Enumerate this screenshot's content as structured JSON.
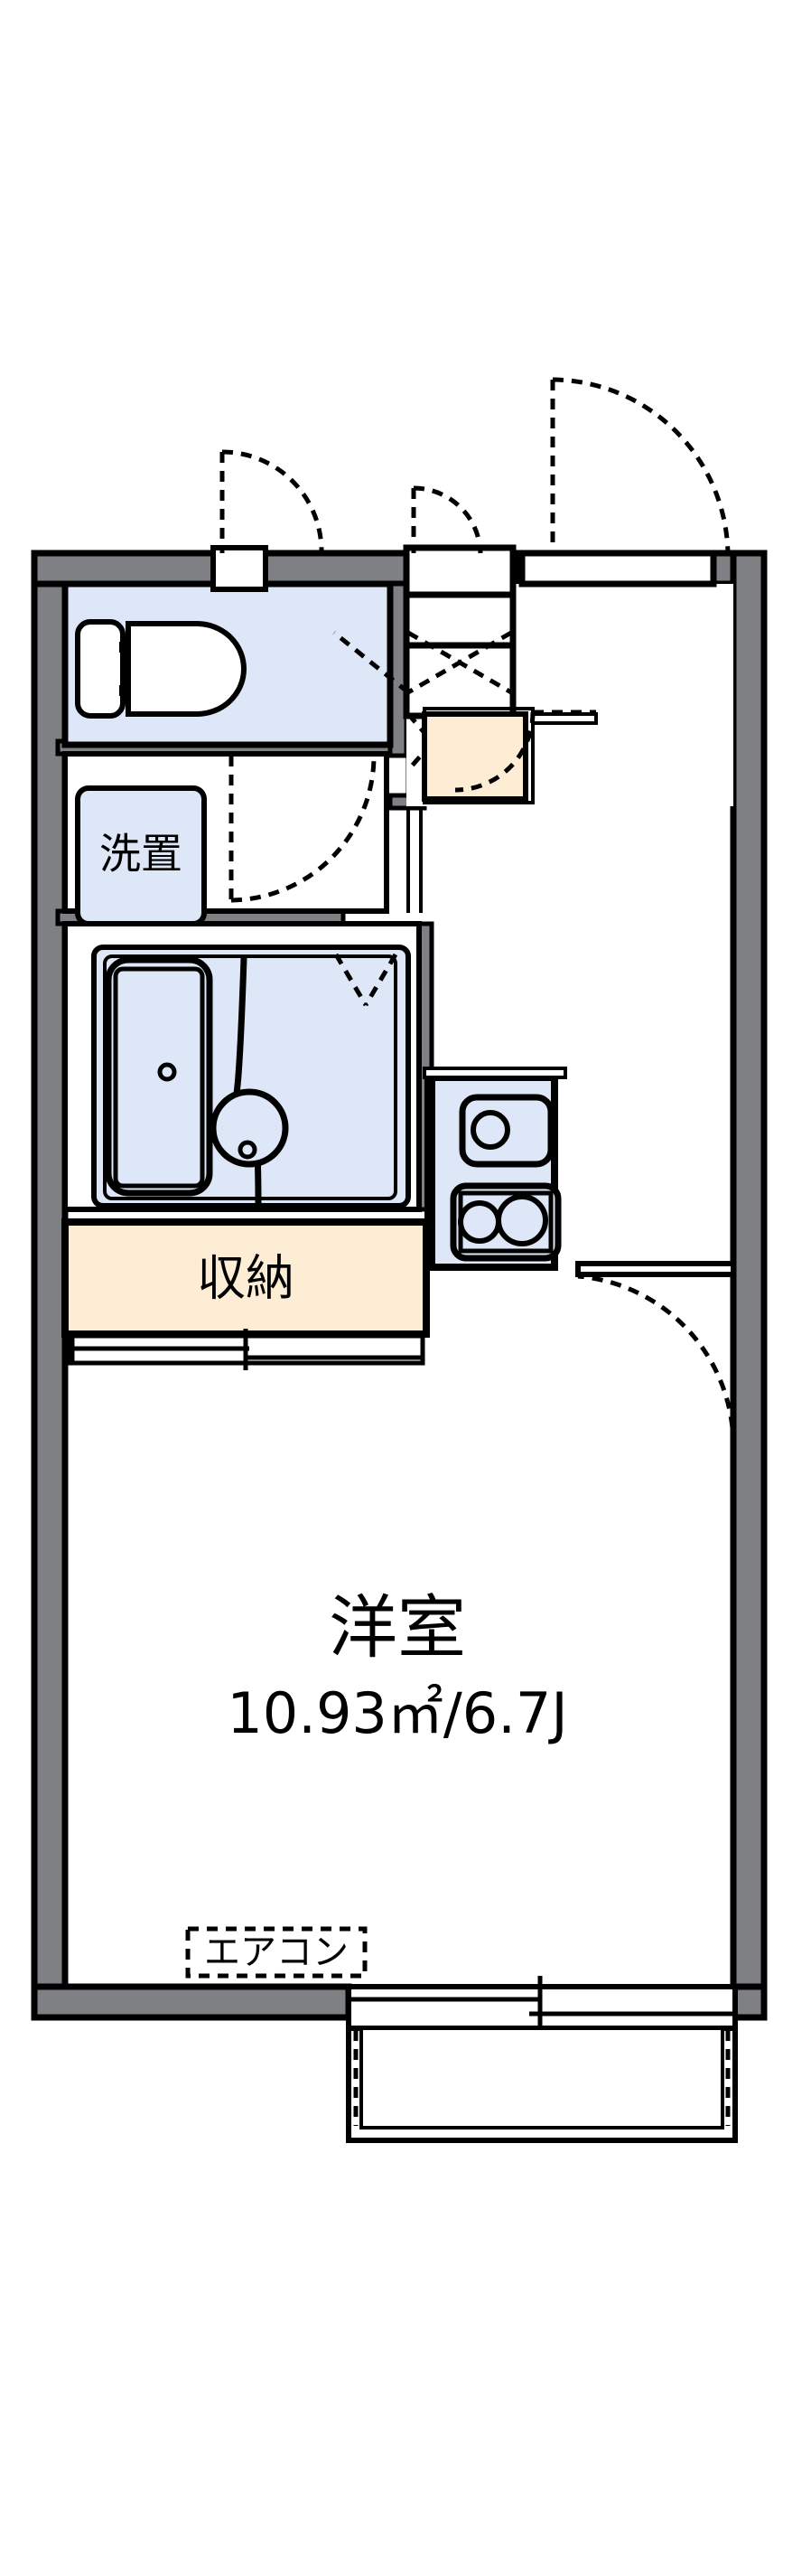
{
  "document": {
    "type": "floor-plan",
    "title": "Apartment Floor Plan (1K)",
    "units": "metric",
    "background_color": "#ffffff"
  },
  "palette": {
    "wall_fill": "#7f8083",
    "wall_stroke": "#000000",
    "fixture_fill": "#dde7f7",
    "storage_fill": "#fdedd5",
    "line": "#000000",
    "white": "#ffffff"
  },
  "rooms": [
    {
      "id": "toilet",
      "name_ja": "",
      "name_en": "Toilet",
      "fixture": "western-toilet",
      "fill": "#dde7f7"
    },
    {
      "id": "washroom",
      "name_ja": "洗置",
      "name_en": "Washing machine space",
      "fill": "#dde7f7",
      "label": "洗置"
    },
    {
      "id": "bath",
      "name_ja": "",
      "name_en": "Unit bath",
      "fixture": "bathtub-and-washbasin",
      "fill": "#dde7f7"
    },
    {
      "id": "kitchen",
      "name_ja": "",
      "name_en": "Kitchen",
      "fixture": "sink-and-two-burner-stove",
      "fill": "#dde7f7"
    },
    {
      "id": "closet",
      "name_ja": "収納",
      "name_en": "Storage / Closet",
      "fill": "#fdedd5",
      "label": "収納"
    },
    {
      "id": "entrance",
      "name_ja": "",
      "name_en": "Entrance (genkan step)",
      "fill": "#fdedd5"
    },
    {
      "id": "shoe_closet",
      "name_ja": "",
      "name_en": "Shoe closet (folding doors)",
      "fill": "#ffffff"
    },
    {
      "id": "main_room",
      "name_ja": "洋室",
      "name_en": "Western-style room",
      "fill": "#ffffff",
      "label": "洋室",
      "area_label": "10.93㎡/6.7J",
      "area_sqm": 10.93,
      "area_jo": 6.7
    },
    {
      "id": "balcony",
      "name_ja": "",
      "name_en": "Balcony",
      "fill": "#ffffff"
    }
  ],
  "labels": {
    "room_main": "洋室",
    "room_main_area": "10.93㎡/6.7J",
    "closet": "収納",
    "washer": "洗置",
    "aircon": "エアコン"
  },
  "fixtures": [
    {
      "name": "toilet-icon",
      "room": "toilet"
    },
    {
      "name": "washing-machine-icon",
      "room": "washroom"
    },
    {
      "name": "bathtub-icon",
      "room": "bath"
    },
    {
      "name": "washbasin-icon",
      "room": "bath"
    },
    {
      "name": "kitchen-sink-icon",
      "room": "kitchen"
    },
    {
      "name": "two-burner-stove-icon",
      "room": "kitchen"
    },
    {
      "name": "aircon-icon",
      "room": "main_room"
    }
  ],
  "openings": [
    {
      "name": "entrance-door",
      "type": "hinged",
      "swing": "outward"
    },
    {
      "name": "toilet-door",
      "type": "hinged",
      "swing": "outward"
    },
    {
      "name": "washroom-door",
      "type": "hinged",
      "swing": "inward"
    },
    {
      "name": "bath-door",
      "type": "folding"
    },
    {
      "name": "shoe-closet-door",
      "type": "folding"
    },
    {
      "name": "room-door",
      "type": "hinged",
      "swing": "inward"
    },
    {
      "name": "closet-door",
      "type": "sliding"
    },
    {
      "name": "balcony-window",
      "type": "sliding-glass"
    }
  ]
}
